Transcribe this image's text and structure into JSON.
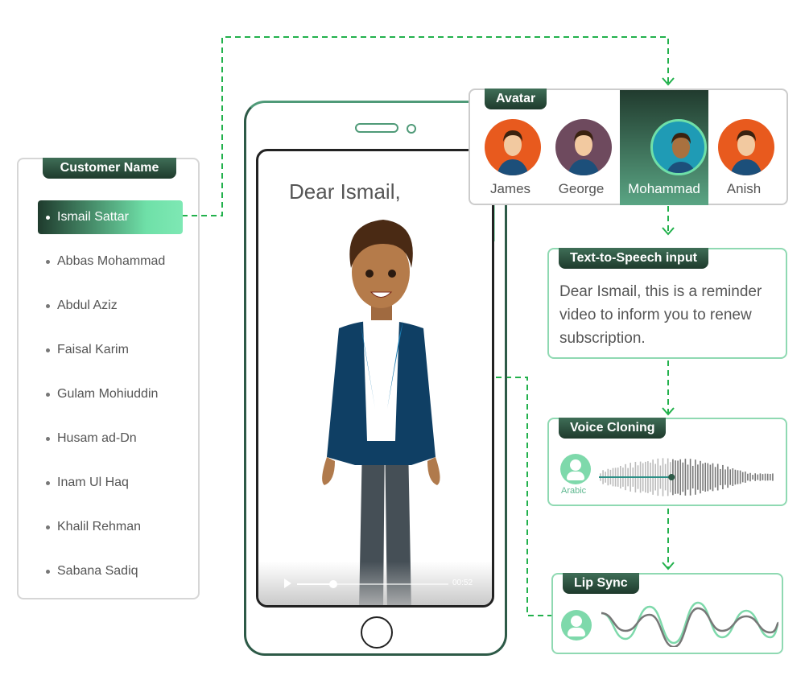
{
  "customer_panel": {
    "title": "Customer Name",
    "items": [
      "Ismail Sattar",
      "Abbas Mohammad",
      "Abdul Aziz",
      "Faisal Karim",
      "Gulam Mohiuddin",
      "Husam ad-Dn",
      "Inam Ul Haq",
      "Khalil Rehman",
      "Sabana Sadiq"
    ],
    "selected_index": 0
  },
  "phone": {
    "greeting": "Dear Ismail,",
    "video": {
      "duration": "00:52",
      "progress": 0.24
    }
  },
  "avatar_panel": {
    "title": "Avatar",
    "avatars": [
      {
        "name": "James",
        "bg": "#e85a1e"
      },
      {
        "name": "George",
        "bg": "#6e4a5e"
      },
      {
        "name": "Mohammad",
        "bg": "#1f9bb5"
      },
      {
        "name": "Anish",
        "bg": "#e85a1e"
      }
    ],
    "selected_index": 2
  },
  "tts": {
    "title": "Text-to-Speech input",
    "text": "Dear Ismail, this is a reminder video to inform you to renew subscription."
  },
  "voice": {
    "title": "Voice Cloning",
    "language": "Arabic",
    "progress": 0.41
  },
  "lipsync": {
    "title": "Lip Sync"
  },
  "colors": {
    "accent": "#22b14c",
    "dark": "#1e3a2c",
    "mint": "#7ee8b4"
  }
}
